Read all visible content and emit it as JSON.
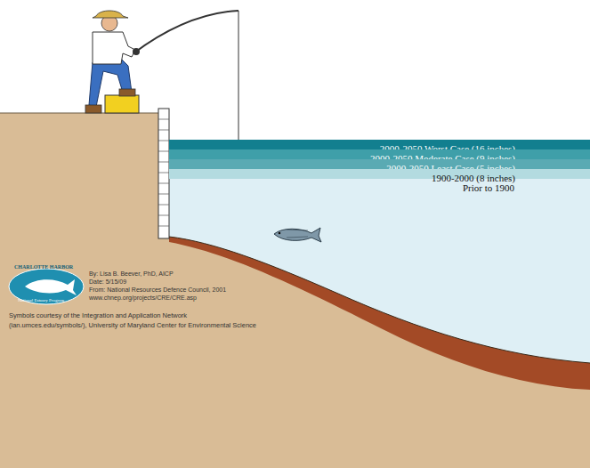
{
  "diagram": {
    "nodes": [
      {
        "text": [
          "2000-2050 Worst Case (16 inches)"
        ]
      },
      {
        "text": [
          "2000-2050 Moderate Case (9 inches)"
        ]
      },
      {
        "text": [
          "2000-2050 Least Case (5 inches)"
        ]
      },
      {
        "text": [
          "1900-2000 (8 inches)"
        ]
      }
    ],
    "labels": [
      "Prior to 1900",
      "CHARLOTTE HARBOR",
      "National Estuary Program",
      "By: Lisa B. Beever, PhD, AICP",
      "Date: 5/15/09",
      "From: National Resources Defence Council, 2001",
      "www.chnep.org/projects/CRE/CRE.asp",
      "Symbols courtesy of the Integration and Application Network",
      "(ian.umces.edu/symbols/), University of Maryland Center for Environmental Science"
    ]
  }
}
